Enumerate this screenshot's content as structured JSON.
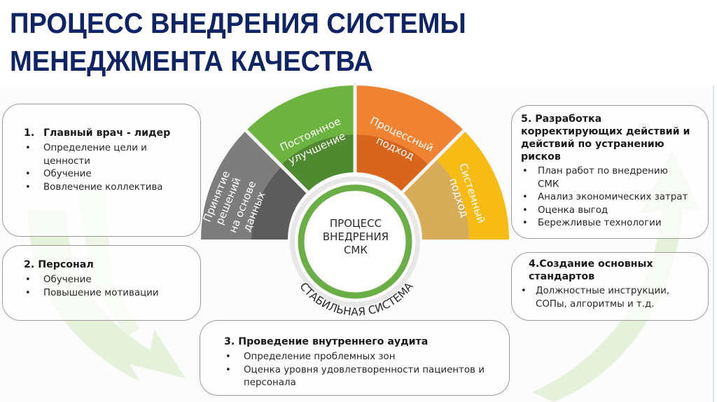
{
  "title": {
    "line1": "ПРОЦЕСС ВНЕДРЕНИЯ СИСТЕМЫ",
    "line2": "МЕНЕДЖМЕНТА КАЧЕСТВА"
  },
  "colors": {
    "title": "#0e2464",
    "gray_outer": "#7d7d7d",
    "gray_inner": "#5c5c5c",
    "green_outer": "#6db33f",
    "green_inner": "#4f8a30",
    "orange_outer": "#ef8332",
    "orange_inner": "#d9651d",
    "yellow_outer": "#f6bb14",
    "yellow_inner": "#d6ac58",
    "center_ring": "#6aaf45",
    "box_border": "#9c9c94",
    "bg_arrow": "#e3efd6"
  },
  "diagram": {
    "segments": [
      {
        "id": "data-decisions",
        "label_lines": [
          "Принятие",
          "решений",
          "на основе",
          "данных"
        ],
        "color": "gray"
      },
      {
        "id": "continuous-improvement",
        "label_lines": [
          "Постоянное",
          "улучшение"
        ],
        "color": "green"
      },
      {
        "id": "process-approach",
        "label_lines": [
          "Процессный",
          "подход"
        ],
        "color": "orange"
      },
      {
        "id": "system-approach",
        "label_lines": [
          "Системный",
          "подход"
        ],
        "color": "yellow"
      }
    ],
    "center": {
      "line1": "ПРОЦЕСС",
      "line2": "ВНЕДРЕНИЯ",
      "line3": "СМК"
    },
    "base_label": "СТАБИЛЬНАЯ СИСТЕМА"
  },
  "boxes": {
    "box1": {
      "number": "1.",
      "heading": "Главный врач - лидер",
      "items": [
        "Определение цели и ценности",
        "Обучение",
        "Вовлечение коллектива"
      ]
    },
    "box2": {
      "heading": "2. Персонал",
      "items": [
        "Обучение",
        "Повышение мотивации"
      ]
    },
    "box3": {
      "heading": "3. Проведение внутреннего аудита",
      "items": [
        "Определение проблемных зон",
        "Оценка уровня удовлетворенности пациентов и персонала"
      ]
    },
    "box4": {
      "heading": "4.Создание основных стандартов",
      "items": [
        "Должностные инструкции, СОПы, алгоритмы и т.д."
      ]
    },
    "box5": {
      "heading": "5. Разработка корректирующих действий и действий по устранению рисков",
      "items": [
        "План работ по внедрению СМК",
        "Анализ экономических затрат",
        "Оценка выгод",
        "Бережливые технологии"
      ]
    }
  }
}
